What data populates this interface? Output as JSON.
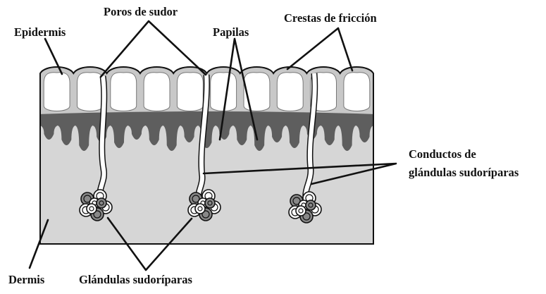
{
  "labels": {
    "poros": "Poros de sudor",
    "epidermis": "Epidermis",
    "papilas": "Papilas",
    "crestas": "Crestas de fricción",
    "conductos_1": "Conductos de",
    "conductos_2": "glándulas sudoríparas",
    "dermis": "Dermis",
    "glandulas": "Glándulas sudoríparas"
  },
  "colors": {
    "epidermis": "#c8c8c8",
    "cells": "#ffffff",
    "papillae_layer": "#5e5e5e",
    "dermis": "#d6d6d6",
    "outline": "#111111",
    "gland_dark": "#888888"
  }
}
